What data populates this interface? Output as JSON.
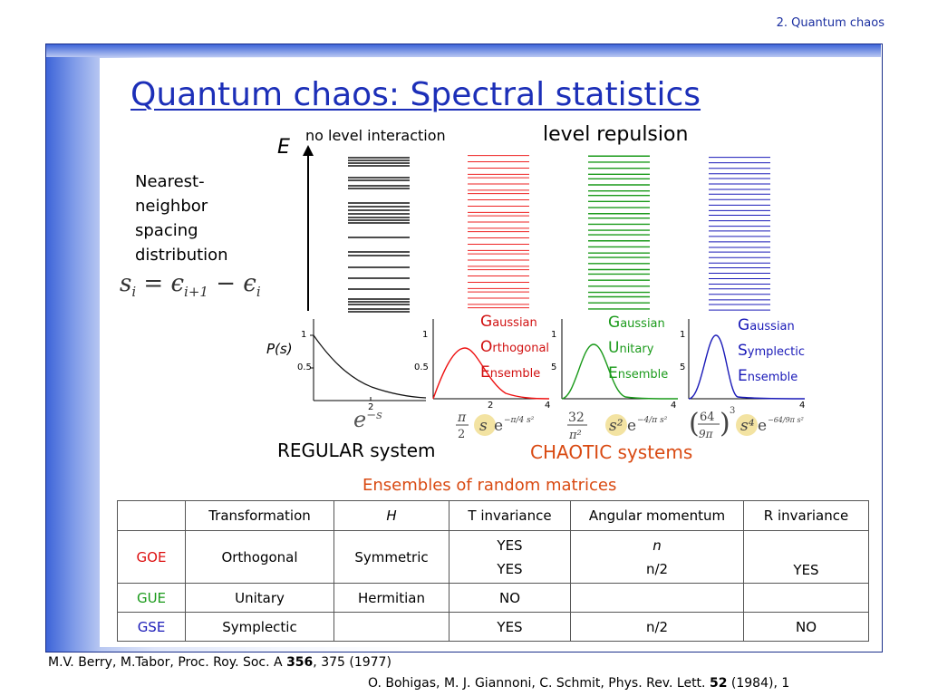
{
  "header": {
    "section": "2. Quantum chaos"
  },
  "title": "Quantum chaos: Spectral statistics",
  "labels": {
    "no_interaction": "no level interaction",
    "repulsion": "level repulsion",
    "energy_axis": "E",
    "nn_line1": "Nearest-",
    "nn_line2": "neighbor",
    "nn_line3": "spacing",
    "nn_line4": "distribution",
    "spacing_formula": "s_i = ε_{i+1} − ε_i",
    "ps_label": "P(s)",
    "regular": "REGULAR system",
    "chaotic": "CHAOTIC systems",
    "ensembles": "Ensembles of random matrices",
    "formula_regular": "e^{-s}",
    "formula_goe": "(π/2) s e^{-(π/4)s²}",
    "formula_gue": "(32/π²) s² e^{-(4/π)s²}",
    "formula_gse": "(64/9π)³ s⁴ e^{-(64/9π)s²}"
  },
  "ensemble_names": [
    {
      "cap1": "G",
      "rest1": "aussian",
      "cap2": "O",
      "rest2": "rthogonal",
      "cap3": "E",
      "rest3": "nsemble",
      "color": "#d11111"
    },
    {
      "cap1": "G",
      "rest1": "aussian",
      "cap2": "U",
      "rest2": "nitary",
      "cap3": "E",
      "rest3": "nsemble",
      "color": "#1a9a1a"
    },
    {
      "cap1": "G",
      "rest1": "aussian",
      "cap2": "S",
      "rest2": "ymplectic",
      "cap3": "E",
      "rest3": "nsemble",
      "color": "#1a1ab8"
    }
  ],
  "plot_ticks": {
    "y1": "1",
    "y05": "0.5",
    "y5": "5",
    "x2": "2",
    "x4": "4"
  },
  "table": {
    "headers": [
      "",
      "Transformation",
      "H",
      "T invariance",
      "Angular momentum",
      "R invariance"
    ],
    "goe": {
      "name": "GOE",
      "transformation": "Orthogonal",
      "h": "Symmetric",
      "t1": "YES",
      "t2": "YES",
      "am1": "n",
      "am2": "n/2",
      "r": "YES"
    },
    "gue": {
      "name": "GUE",
      "transformation": "Unitary",
      "h": "Hermitian",
      "t": "NO",
      "am": "",
      "r": ""
    },
    "gse": {
      "name": "GSE",
      "transformation": "Symplectic",
      "h": "",
      "t": "YES",
      "am": "n/2",
      "r": "NO"
    }
  },
  "citations": {
    "berry_a": "M.V. Berry, M.Tabor, Proc. Roy. Soc. A ",
    "berry_b": "356",
    "berry_c": ", 375 (1977)",
    "bohigas_a": "O. Bohigas, M. J. Giannoni, C. Schmit, Phys. Rev. Lett. ",
    "bohigas_b": "52",
    "bohigas_c": " (1984), 1"
  },
  "colors": {
    "goe": "#d11111",
    "gue": "#1a9a1a",
    "gse": "#1a1ab8",
    "title": "#1c2fb8",
    "chaotic": "#d94a12",
    "ensembles": "#d94a12"
  }
}
